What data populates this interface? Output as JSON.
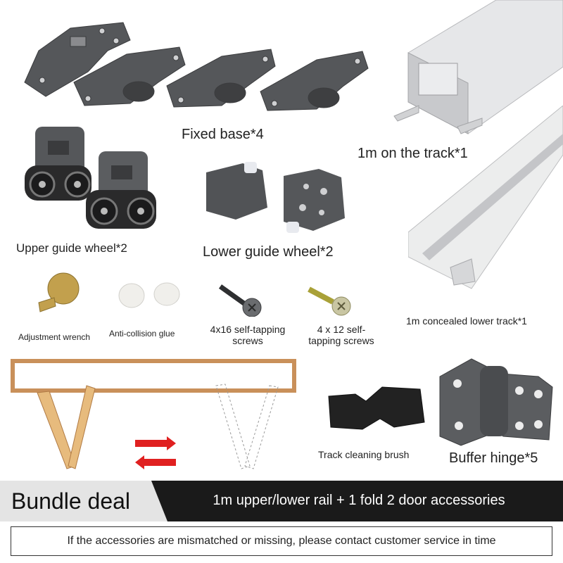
{
  "labels": {
    "fixed_base": "Fixed base*4",
    "upper_track": "1m on the track*1",
    "upper_guide_wheel": "Upper guide wheel*2",
    "lower_guide_wheel": "Lower guide wheel*2",
    "adjustment_wrench": "Adjustment wrench",
    "anti_collision_glue": "Anti-collision glue",
    "screw_4x16": "4x16 self-tapping screws",
    "screw_4x12": "4 x 12 self-tapping screws",
    "lower_track": "1m concealed lower track*1",
    "track_cleaning_brush": "Track cleaning brush",
    "buffer_hinge": "Buffer hinge*5"
  },
  "footer": {
    "bundle_label": "Bundle deal",
    "deal_description": "1m upper/lower rail + 1 fold 2 door accessories",
    "notice": "If the accessories are mismatched or missing, please contact customer service in time"
  },
  "colors": {
    "part_gray": "#55575a",
    "rail_silver": "#d9dadc",
    "wood": "#c9905a",
    "arrow_red": "#e02020",
    "footer_dark": "#1a1a1a"
  }
}
